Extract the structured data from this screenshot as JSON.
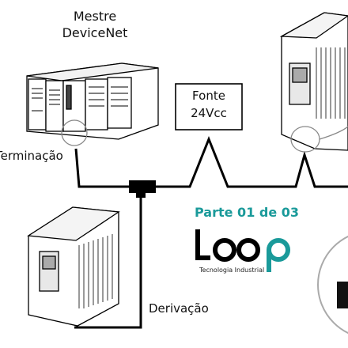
{
  "diagram": {
    "master_label_line1": "Mestre",
    "master_label_line2": "DeviceNet",
    "power_label_line1": "Fonte",
    "power_label_line2": "24Vcc",
    "termination_label": "Terminação",
    "derivation_label": "Derivação",
    "part_label": "Parte 01 de 03"
  },
  "logo": {
    "word": "loop",
    "tagline": "Tecnologia Industrial",
    "accent_color": "#1a9a9a"
  }
}
